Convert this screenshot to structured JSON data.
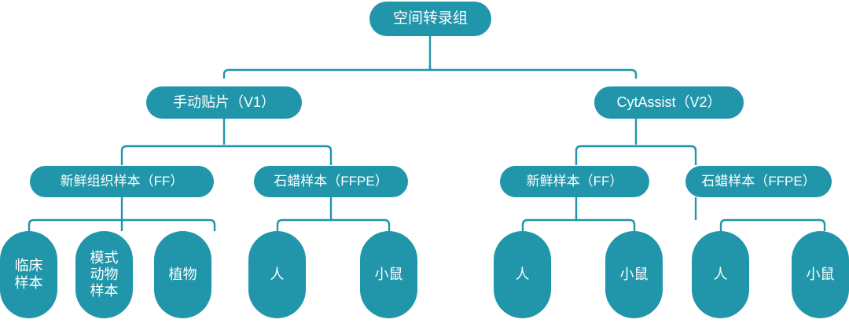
{
  "diagram": {
    "title_node": "空间转录组",
    "type": "tree",
    "accent_color": "#2196ab",
    "text_color": "#ffffff",
    "background_color": "#ffffff",
    "levels": 4
  },
  "nodes": {
    "root": "空间转录组",
    "branch_left": "手动贴片（V1）",
    "branch_right": "CytAssist（V2）",
    "l_ff": "新鲜组织样本（FF）",
    "l_ffpe": "石蜡样本（FFPE）",
    "r_ff": "新鲜样本（FF）",
    "r_ffpe": "石蜡样本（FFPE）",
    "leaf_clinical": "临床\n样本",
    "leaf_model_animal": "模式\n动物\n样本",
    "leaf_plant": "植物",
    "leaf_human_1": "人",
    "leaf_mouse_1": "小鼠",
    "leaf_human_2": "人",
    "leaf_mouse_2": "小鼠",
    "leaf_human_3": "人",
    "leaf_mouse_3": "小鼠"
  }
}
